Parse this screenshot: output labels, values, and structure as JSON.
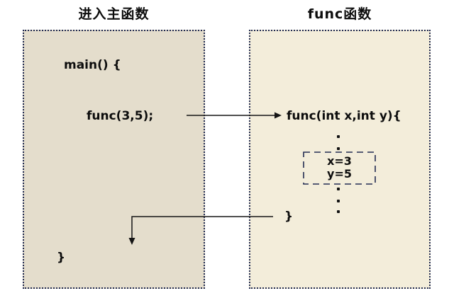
{
  "left_panel": {
    "title": "进入主函数",
    "open_line": "main() {",
    "call_line": "func(3,5);",
    "closing_brace": "}"
  },
  "right_panel": {
    "title": "func函数",
    "header_line": "func(int x,int y){",
    "param_box": {
      "line1": "x=3",
      "line2": "y=5"
    },
    "closing_brace": "}"
  },
  "icons": {
    "call_arrow": "right-arrow",
    "return_arrow": "down-arrow",
    "ellipsis_dots": "vertical-ellipsis"
  },
  "colors": {
    "main_panel_bg": "#e4ddcc",
    "func_panel_bg": "#f3edda",
    "panel_border": "#232c52",
    "dashed_box_border": "#232c52",
    "arrow": "#151515",
    "text": "#0d0d0d",
    "page_bg": "#ffffff"
  }
}
